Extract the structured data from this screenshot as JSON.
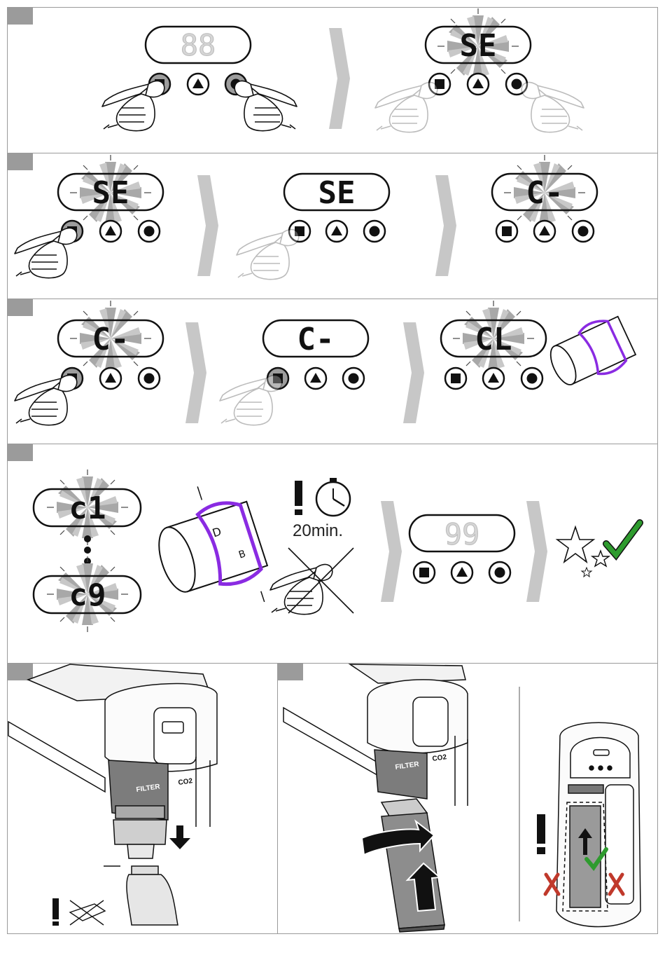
{
  "rows": [
    {
      "id": "r1",
      "displays": [
        "88",
        "SE"
      ]
    },
    {
      "id": "r2",
      "displays": [
        "SE",
        "SE",
        "C-"
      ]
    },
    {
      "id": "r3",
      "displays": [
        "C-",
        "C-",
        "CL"
      ]
    },
    {
      "id": "r4",
      "displays": [
        "c1",
        "c9",
        "99"
      ]
    }
  ],
  "buttons": [
    "stop",
    "up",
    "ok"
  ],
  "timer_label": "20min.",
  "filter_label": "FILTER",
  "co2_label": "CO2",
  "colors": {
    "flash": "#a8a8a8",
    "ring": "#8a2be2",
    "check": "#2e9b2e",
    "cross": "#c0392b",
    "frame": "#9a9a9a"
  }
}
